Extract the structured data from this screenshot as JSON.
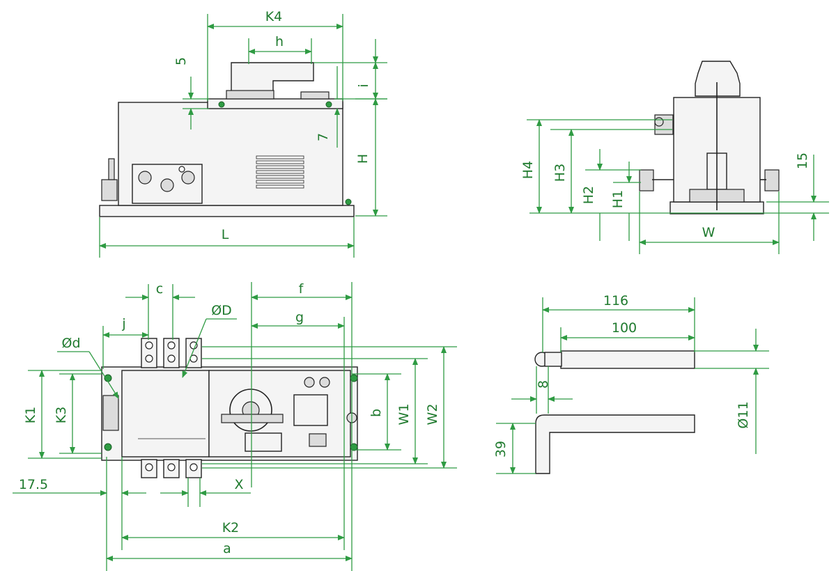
{
  "views": {
    "front": {
      "labels": {
        "k4": "K4",
        "h": "h",
        "five": "5",
        "i": "i",
        "seven": "7",
        "H": "H",
        "L": "L"
      }
    },
    "side": {
      "labels": {
        "H4": "H4",
        "H3": "H3",
        "H2": "H2",
        "H1": "H1",
        "fifteen": "15",
        "W": "W"
      }
    },
    "top": {
      "labels": {
        "c": "c",
        "f": "f",
        "OD": "ØD",
        "j": "j",
        "g": "g",
        "Od": "Ød",
        "K1": "K1",
        "K3": "K3",
        "b": "b",
        "W1": "W1",
        "W2": "W2",
        "x175": "17.5",
        "X": "X",
        "K2": "K2",
        "a": "a"
      }
    },
    "handle": {
      "labels": {
        "d116": "116",
        "d100": "100",
        "d8": "8",
        "d11": "Ø11",
        "d39": "39"
      }
    }
  },
  "colors": {
    "dimension": "#2f9b43",
    "outline": "#222222"
  }
}
